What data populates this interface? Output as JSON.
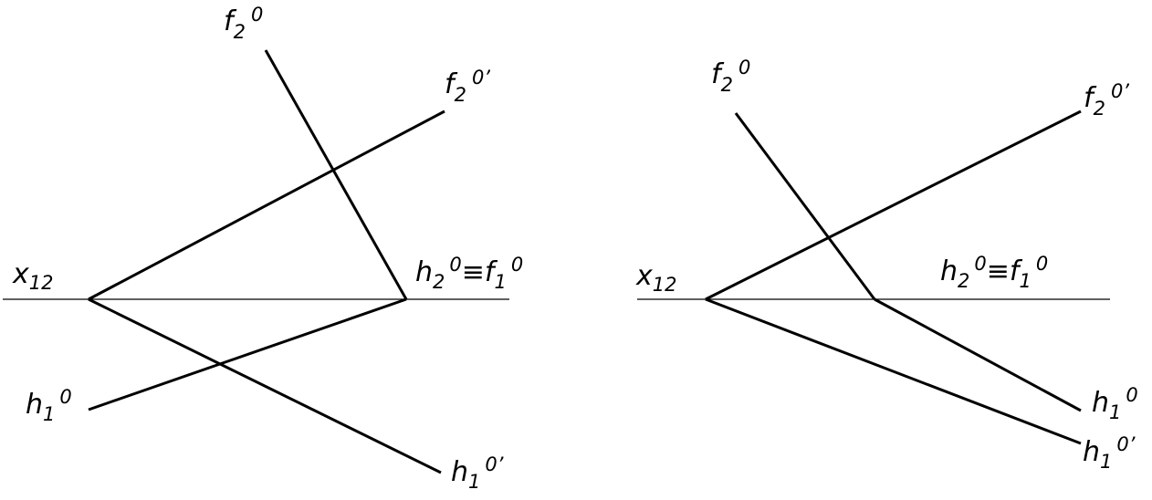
{
  "colors": {
    "stroke": "#000000",
    "background": "#ffffff"
  },
  "left_diagram": {
    "axis": {
      "main": "x",
      "sub": "12",
      "sup": ""
    },
    "f2_0": {
      "main": "f",
      "sub": "2",
      "sup": "0"
    },
    "f2_0p": {
      "main": "f",
      "sub": "2",
      "sup": "0’"
    },
    "h2_f1": {
      "main": "h",
      "sub": "2",
      "sup": "0",
      "rest_main": "≡f",
      "rest_sub": "1",
      "rest_sup": "0"
    },
    "h1_0": {
      "main": "h",
      "sub": "1",
      "sup": "0"
    },
    "h1_0p": {
      "main": "h",
      "sub": "1",
      "sup": "0’"
    }
  },
  "right_diagram": {
    "axis": {
      "main": "x",
      "sub": "12",
      "sup": ""
    },
    "f2_0": {
      "main": "f",
      "sub": "2",
      "sup": "0"
    },
    "f2_0p": {
      "main": "f",
      "sub": "2",
      "sup": "0’"
    },
    "h2_f1": {
      "main": "h",
      "sub": "2",
      "sup": "0",
      "rest_main": "≡f",
      "rest_sub": "1",
      "rest_sup": "0"
    },
    "h1_0": {
      "main": "h",
      "sub": "1",
      "sup": "0"
    },
    "h1_0p": {
      "main": "h",
      "sub": "1",
      "sup": "0’"
    }
  }
}
